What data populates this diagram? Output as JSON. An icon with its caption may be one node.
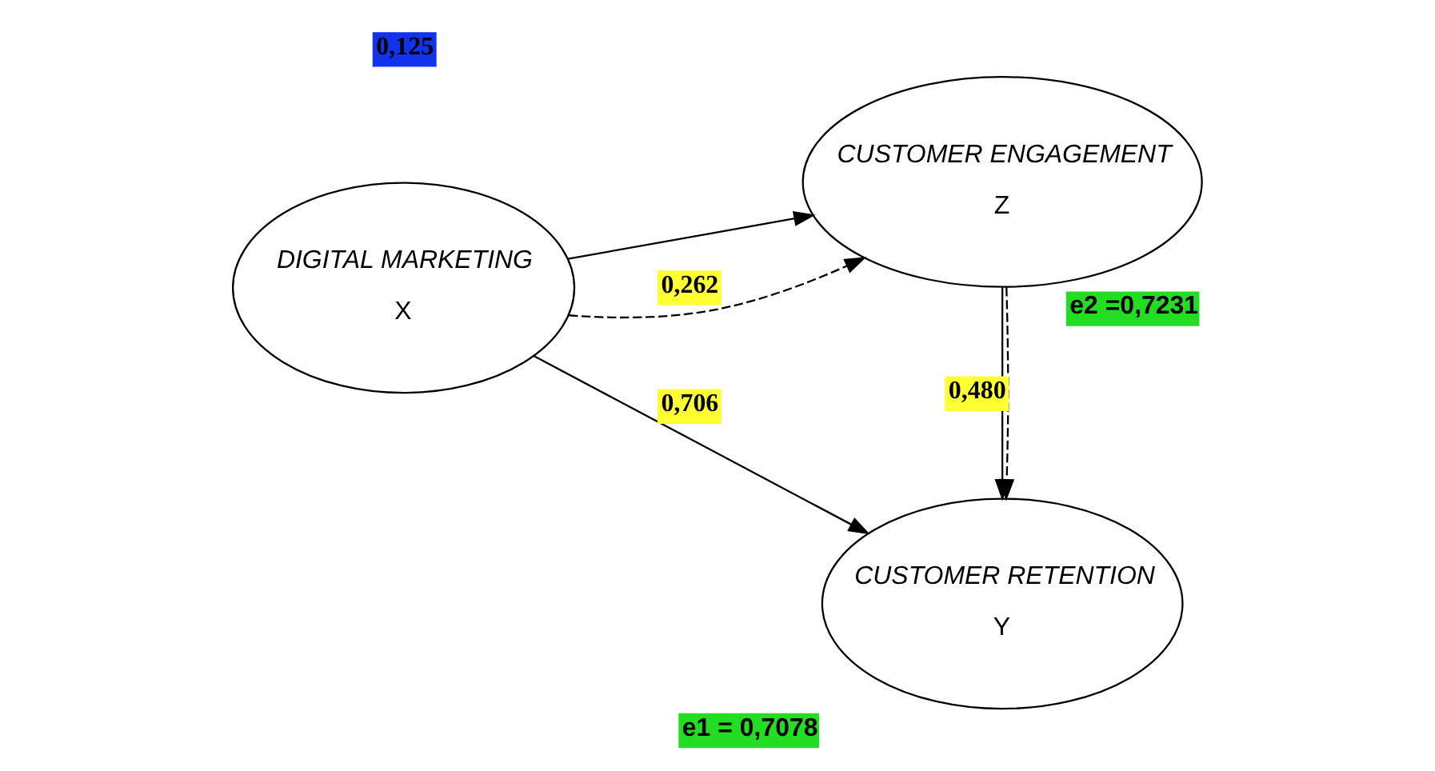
{
  "diagram": {
    "nodes": [
      {
        "text": [
          "DIGITAL MARKETING",
          "X"
        ]
      },
      {
        "text": [
          "CUSTOMER RETENTION",
          "Y"
        ],
        "beside": [
          "e1 = 0,7078"
        ]
      },
      {
        "text": [
          "CUSTOMER ENGAGEMENT",
          "Z"
        ],
        "beside": [
          "e2 =0,7231"
        ]
      }
    ],
    "edges": [
      {
        "from": 0,
        "to": 1,
        "arrow": "to",
        "label": "0,706"
      },
      {
        "from": 0,
        "to": 2,
        "arrow": "to"
      },
      {
        "from": 0,
        "to": 2,
        "arrow": "to",
        "style": "dashed",
        "label": "0,262"
      },
      {
        "from": 2,
        "to": 1,
        "arrow": "to",
        "style": "dashed"
      },
      {
        "from": 2,
        "to": 1,
        "arrow": "to",
        "label": "0,480"
      }
    ],
    "labels": [
      "0,125"
    ]
  }
}
